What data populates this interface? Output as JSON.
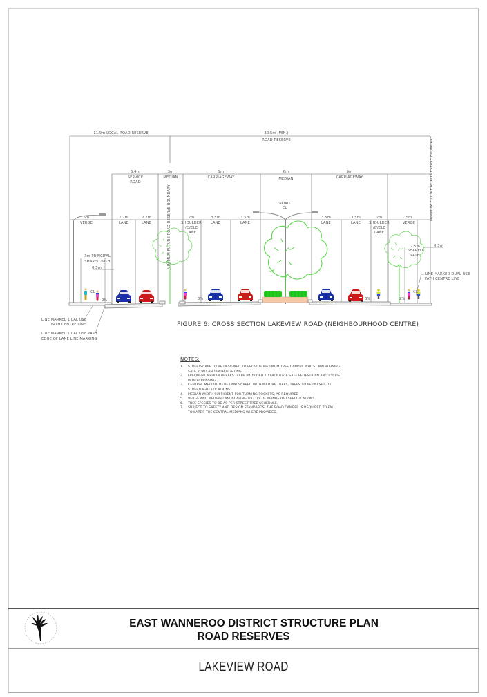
{
  "drawing": {
    "dimensions_top": {
      "local_road_reserve": "11.9m LOCAL ROAD RESERVE",
      "road_reserve_width": "30.5m (MIN.)",
      "road_reserve_label": "ROAD RESERVE"
    },
    "segments_upper": [
      {
        "width": "5.4m",
        "label": "SERVICE",
        "label2": "ROAD"
      },
      {
        "width": "3m",
        "label": "MEDIAN"
      },
      {
        "width": "9m",
        "label": "CARRIAGEWAY"
      },
      {
        "width": "6m",
        "label": "MEDIAN"
      },
      {
        "width": "9m",
        "label": "CARRIAGEWAY"
      }
    ],
    "segments_lower": [
      {
        "width": "5m",
        "label": "VERGE"
      },
      {
        "width": "2.7m",
        "label": "LANE"
      },
      {
        "width": "2.7m",
        "label": "LANE"
      },
      {
        "width": "2m",
        "label": "SHOULDER",
        "label2": "/CYCLE",
        "label3": "LANE"
      },
      {
        "width": "3.5m",
        "label": "LANE"
      },
      {
        "width": "3.5m",
        "label": "LANE"
      },
      {
        "width": "3.5m",
        "label": "LANE"
      },
      {
        "width": "3.5m",
        "label": "LANE"
      },
      {
        "width": "2m",
        "label": "SHOULDER",
        "label2": "/CYCLE",
        "label3": "LANE"
      },
      {
        "width": "5m",
        "label": "VERGE"
      }
    ],
    "road_cl": {
      "line1": "ROAD",
      "line2": "CL"
    },
    "boundary_label": "MINIMUM FUTURE ROAD RESERVE BOUNDARY",
    "left_path": {
      "line1": "3m PRINCIPAL",
      "line2": "SHARED PATH",
      "offset": "0.5m"
    },
    "right_path": {
      "width": "2.5m",
      "line1": "SHARED",
      "line2": "PATH",
      "offset": "0.5m"
    },
    "right_callout": {
      "line1": "LINE MARKED DUAL USE",
      "line2": "PATH CENTRE LINE"
    },
    "left_callout_1": {
      "line1": "LINE MARKED DUAL USE",
      "line2": "PATH CENTRE LINE"
    },
    "left_callout_2": {
      "line1": "LINE MARKED DUAL USE PATH",
      "line2": "EDGE OF LANE LINE MARKING"
    },
    "slope_label": "2%",
    "slope_label_3": "3%",
    "cl_label": "CL",
    "colors": {
      "tree": "#5bd64a",
      "shrub": "#22cc22",
      "car_blue": "#1a2ea8",
      "car_red": "#cc1a1a",
      "median_fill": "#f3c9a8",
      "dim_line": "#666666"
    }
  },
  "figure_caption": "FIGURE 6: CROSS SECTION LAKEVIEW ROAD (NEIGHBOURHOOD CENTRE)",
  "notes": {
    "heading": "NOTES:",
    "items": [
      {
        "num": "1.",
        "text": "STREETSCAPE TO BE DESIGNED TO PROVIDE MAXIMUM TREE CANOPY WHILST MAINTAINING SAFE ROAD AND PATH LIGHTING."
      },
      {
        "num": "2.",
        "text": "FREQUENT MEDIAN BREAKS TO BE PROVIDED TO FACILITATE SAFE PEDESTRIAN AND CYCLIST ROAD CROSSING."
      },
      {
        "num": "3.",
        "text": "CENTRAL MEDIAN TO BE LANDSCAPED WITH MATURE TREES, TREES TO BE OFFSET TO STREETLIGHT LOCATIONS."
      },
      {
        "num": "4.",
        "text": "MEDIAN WIDTH SUFFICIENT FOR TURNING POCKETS, AS REQUIRED"
      },
      {
        "num": "5.",
        "text": "VERGE AND MEDIAN LANDSCAPING TO CITY OF WANNEROO SPECIFICATIONS."
      },
      {
        "num": "6.",
        "text": "TREE SPECIES TO BE AS PER STREET TREE SCHEDULE."
      },
      {
        "num": "7.",
        "text": "SUBJECT TO SAFETY AND DESIGN STANDARDS, THE ROAD CAMBER IS REQUIRED TO FALL TOWARDS THE CENTRAL MEDIANS WHERE PROVIDED."
      }
    ]
  },
  "title_block": {
    "line1": "EAST WANNEROO DISTRICT STRUCTURE PLAN",
    "line2": "ROAD RESERVES",
    "subtitle": "LAKEVIEW ROAD",
    "logo": "kangaroo-paw-logo"
  }
}
